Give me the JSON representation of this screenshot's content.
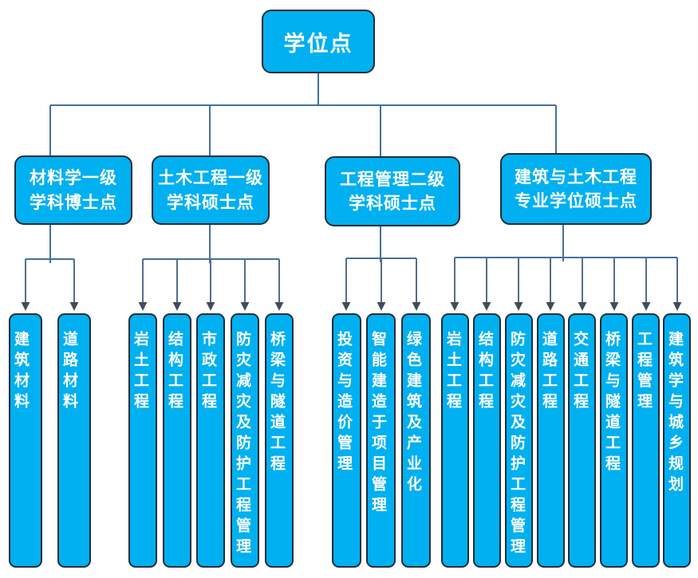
{
  "colors": {
    "node_fill": "#00b0f0",
    "node_border": "#1f2d38",
    "connector": "#41719c",
    "arrow_shaft": "#546e8a",
    "arrow_head": "#3e4d5c",
    "text": "#ffffff",
    "background": "#ffffff"
  },
  "root": {
    "label": "学位点"
  },
  "branches": [
    {
      "label_line1": "材料学一级",
      "label_line2": "学科博士点",
      "children": [
        "建筑材料",
        "道路材料"
      ]
    },
    {
      "label_line1": "土木工程一级",
      "label_line2": "学科硕士点",
      "children": [
        "岩土工程",
        "结构工程",
        "市政工程",
        "防灾减灾及防护工程管理",
        "桥梁与隧道工程"
      ]
    },
    {
      "label_line1": "工程管理二级",
      "label_line2": "学科硕士点",
      "children": [
        "投资与造价管理",
        "智能建造于项目管理",
        "绿色建筑及产业化"
      ]
    },
    {
      "label_line1": "建筑与土木工程",
      "label_line2": "专业学位硕士点",
      "children": [
        "岩土工程",
        "结构工程",
        "防灾减灾及防护工程管理",
        "道路工程",
        "交通工程",
        "桥梁与隧道工程",
        "工程管理",
        "建筑学与城乡规划"
      ]
    }
  ]
}
